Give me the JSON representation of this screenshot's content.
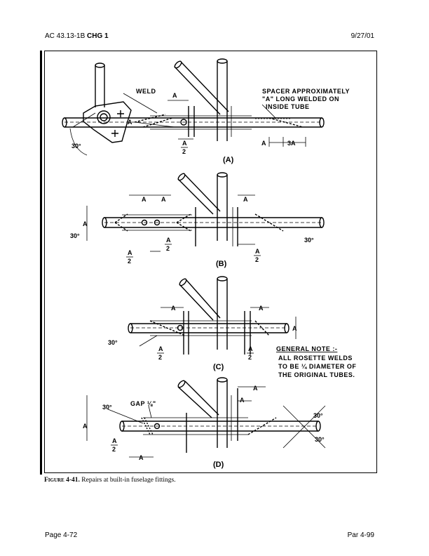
{
  "header": {
    "doc_id": "AC 43.13-1B",
    "doc_chg": "CHG 1",
    "date": "9/27/01"
  },
  "figure": {
    "caption_label": "Figure 4-41.",
    "caption_text": "Repairs at built-in fuselage fittings.",
    "labels": {
      "weld": "WELD",
      "spacer_line1": "SPACER APPROXIMATELY",
      "spacer_line2": "\"A\" LONG WELDED ON",
      "spacer_line3": "INSIDE TUBE",
      "general_note": "GENERAL NOTE :-",
      "note_line1": "ALL ROSETTE WELDS",
      "note_line2": "TO BE ¼ DIAMETER OF",
      "note_line3": "THE ORIGINAL TUBES.",
      "gap_label": "GAP ⅛\"",
      "dim_a": "A",
      "dim_3a": "3A",
      "dim_half_num": "A",
      "dim_half_den": "2",
      "angle_30": "30°",
      "sub_a": "(A)",
      "sub_b": "(B)",
      "sub_c": "(C)",
      "sub_d": "(D)"
    }
  },
  "footer": {
    "page": "Page 4-72",
    "par": "Par 4-99"
  }
}
